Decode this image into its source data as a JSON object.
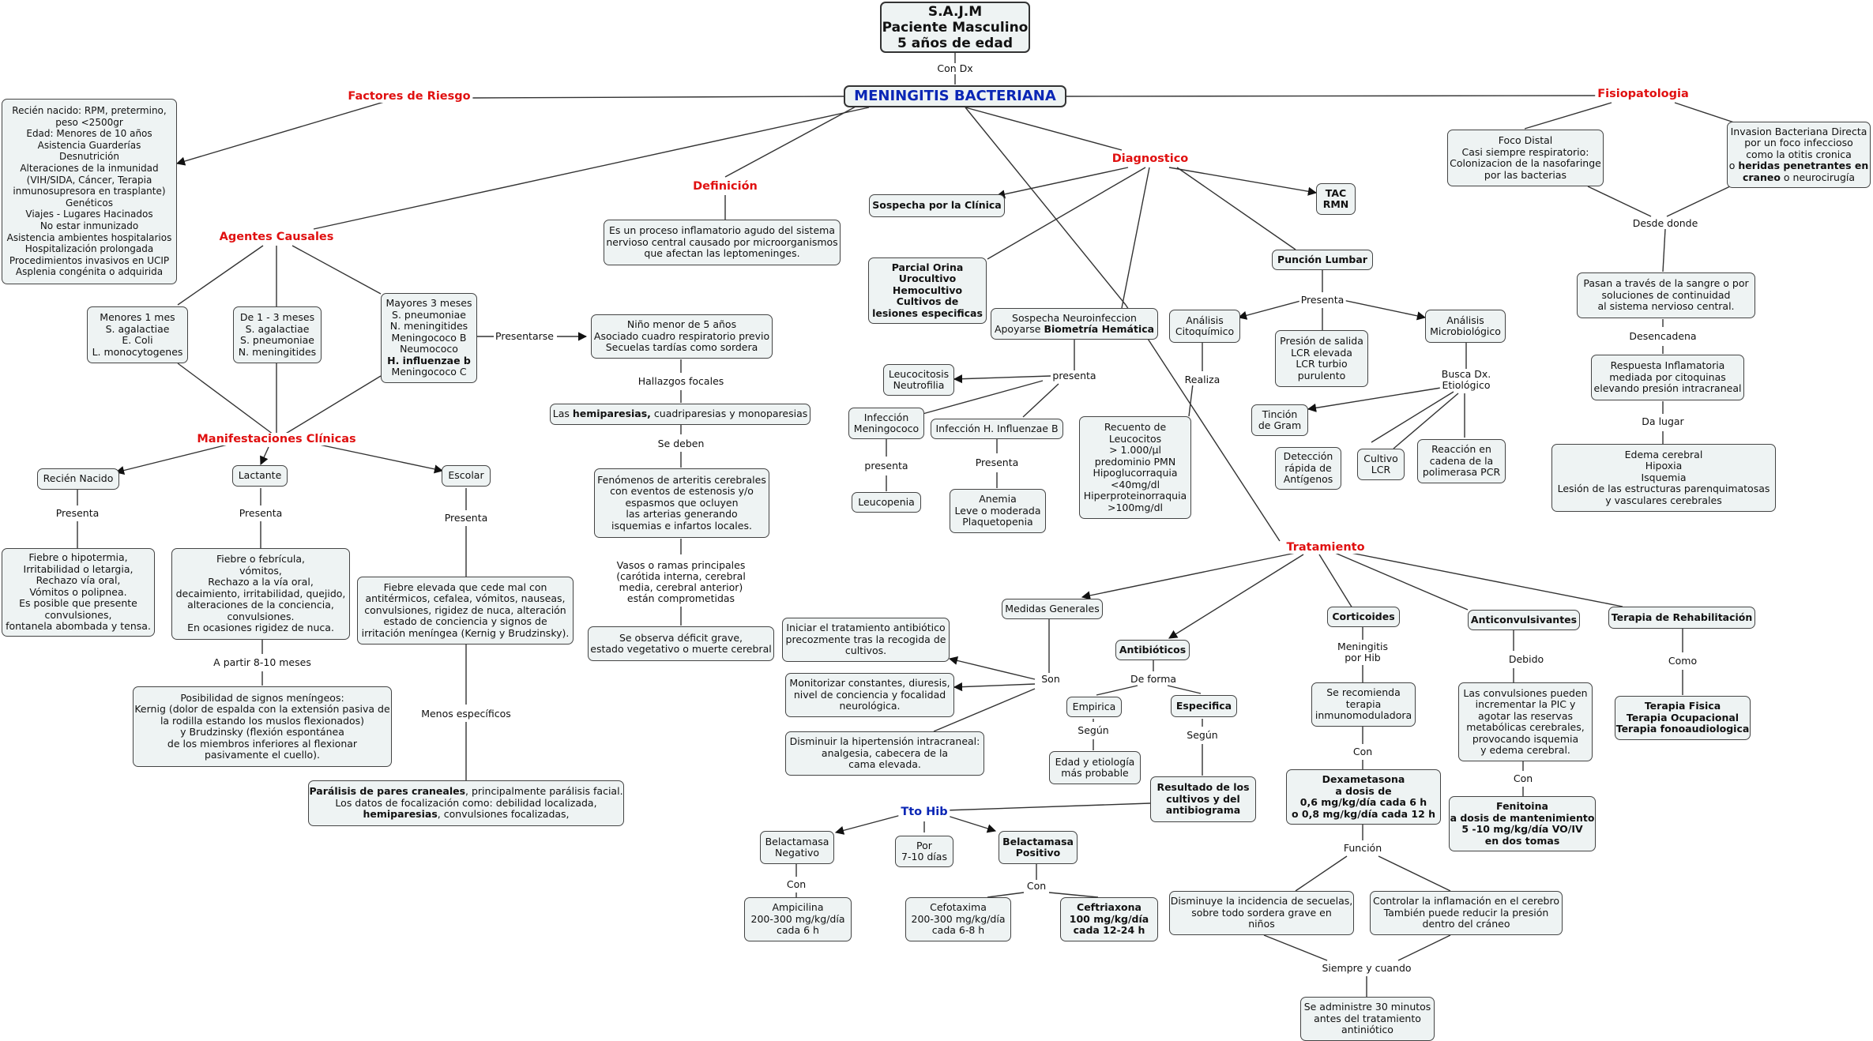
{
  "colors": {
    "heading_red": "#e01010",
    "heading_blue": "#0a26b5",
    "node_fill": "#eef3f3",
    "line": "#333333"
  },
  "nodes": {
    "sajm": [
      "S.A.J.M",
      "Paciente Masculino",
      "5 años de edad"
    ],
    "meningitis": [
      "MENINGITIS BACTERIANA"
    ],
    "factores_box": [
      "Recién nacido: RPM, pretermino,",
      "peso <2500gr",
      "Edad: Menores de 10 años",
      "Asistencia Guarderías",
      "Desnutrición",
      "Alteraciones de la inmunidad",
      "(VIH/SIDA, Cáncer, Terapia",
      "inmunosupresora en trasplante)",
      "Genéticos",
      "Viajes - Lugares Hacinados",
      "No estar inmunizado",
      "Asistencia ambientes hospitalarios",
      "Hospitalización prolongada",
      "Procedimientos invasivos en UCIP",
      "Asplenia congénita o adquirida"
    ],
    "definicion_box": [
      "Es un proceso inflamatorio agudo del sistema",
      "nervioso central causado por microorganismos",
      "que afectan las leptomeninges."
    ],
    "menores1": [
      "Menores 1 mes",
      "S. agalactiae",
      "E. Coli",
      "L. monocytogenes"
    ],
    "de1a3": [
      "De 1 - 3 meses",
      "S. agalactiae",
      "S. pneumoniae",
      "N. meningitides"
    ],
    "mayores3": [
      "Mayores 3 meses",
      "S. pneumoniae",
      "N. meningitides",
      "Meningococo B",
      "Neumococo",
      "H. influenzae b",
      "Meningococo C"
    ],
    "nino5": [
      "Niño menor de 5 años",
      "Asociado cuadro respiratorio previo",
      "Secuelas tardías como sordera"
    ],
    "hemiparesias": [
      "Las hemiparesias, cuadriparesias y monoparesias"
    ],
    "fenomenos": [
      "Fenómenos de arteritis cerebrales",
      "con eventos de estenosis y/o",
      "espasmos que ocluyen",
      "las arterias generando",
      "isquemias e infartos locales."
    ],
    "deficit": [
      "Se observa déficit grave,",
      "estado vegetativo o muerte cerebral"
    ],
    "recien": [
      "Recién Nacido"
    ],
    "lactante": [
      "Lactante"
    ],
    "escolar": [
      "Escolar"
    ],
    "fiebre_rn": [
      "Fiebre o hipotermia,",
      "Irritabilidad o letargia,",
      "Rechazo vía oral,",
      "Vómitos o polipnea.",
      "Es posible que presente",
      "convulsiones,",
      "fontanela abombada y tensa."
    ],
    "fiebre_lact": [
      "Fiebre o febrícula,",
      "vómitos,",
      "Rechazo a la vía oral,",
      "decaimiento, irritabilidad, quejido,",
      "alteraciones de la conciencia,",
      "convulsiones.",
      "En ocasiones rigidez de nuca."
    ],
    "fiebre_esc": [
      "Fiebre elevada que cede mal con",
      "antitérmicos, cefalea, vómitos, nauseas,",
      "convulsiones, rigidez de nuca, alteración",
      "estado de conciencia y signos de",
      "irritación meníngea (Kernig y Brudzinsky)."
    ],
    "signos_men": [
      "Posibilidad de signos meníngeos:",
      "Kernig (dolor de espalda con la extensión pasiva de",
      "la rodilla estando los muslos flexionados)",
      "y Brudzinsky (flexión espontánea",
      "de los miembros inferiores al flexionar",
      "pasivamente el cuello)."
    ],
    "paralisis": [
      "Parálisis de pares craneales, principalmente parálisis facial.",
      "Los datos de focalización como: debilidad localizada,",
      "hemiparesias, convulsiones focalizadas,"
    ],
    "sospecha_clin": [
      "Sospecha por la Clínica"
    ],
    "tac": [
      "TAC",
      "RMN"
    ],
    "parcial": [
      "Parcial Orina",
      "Urocultivo",
      "Hemocultivo",
      "Cultivos de",
      "lesiones especificas"
    ],
    "sospecha_neuro": [
      "Sospecha Neuroinfeccion",
      "Apoyarse Biometría Hemática"
    ],
    "puncion": [
      "Punción Lumbar"
    ],
    "analisis_cito": [
      "Análisis",
      "Citoquímico"
    ],
    "presion": [
      "Presión de salida",
      "LCR elevada",
      "LCR turbio",
      "purulento"
    ],
    "analisis_micro": [
      "Análisis",
      "Microbiológico"
    ],
    "leucocitosis": [
      "Leucocitosis",
      "Neutrofilia"
    ],
    "inf_mening": [
      "Infección",
      "Meningococo"
    ],
    "inf_hib": [
      "Infección H. Influenzae B"
    ],
    "leucopenia": [
      "Leucopenia"
    ],
    "anemia": [
      "Anemia",
      "Leve o moderada",
      "Plaquetopenia"
    ],
    "recuento": [
      "Recuento de",
      "Leucocitos",
      "> 1.000/µl",
      "predominio PMN",
      "Hipoglucorraquia",
      "<40mg/dl",
      "Hiperproteinorraquia",
      ">100mg/dl"
    ],
    "tincion": [
      "Tinción",
      "de Gram"
    ],
    "deteccion": [
      "Detección",
      "rápida de",
      "Antígenos"
    ],
    "cultivo": [
      "Cultivo",
      "LCR"
    ],
    "reaccion": [
      "Reacción en",
      "cadena de la",
      "polimerasa PCR"
    ],
    "foco": [
      "Foco Distal",
      "Casi siempre respiratorio:",
      "Colonizacion de la nasofaringe",
      "por las bacterias"
    ],
    "invasion": [
      "Invasion Bacteriana Directa",
      "por un foco infeccioso",
      "como la otitis cronica",
      "o heridas penetrantes en",
      "craneo o neurocirugía"
    ],
    "pasan": [
      "Pasan a través de la sangre o por",
      "soluciones de continuidad",
      "al sistema nervioso central."
    ],
    "respuesta": [
      "Respuesta Inflamatoria",
      "mediada por citoquinas",
      "elevando presión intracraneal"
    ],
    "edema": [
      "Edema cerebral",
      "Hipoxia",
      "Isquemia",
      "Lesión de las estructuras parenquimatosas",
      "y vasculares cerebrales"
    ],
    "medidas": [
      "Medidas Generales"
    ],
    "iniciar": [
      "Iniciar el tratamiento antibiótico",
      "precozmente tras la recogida de",
      "cultivos."
    ],
    "monitorizar": [
      "Monitorizar constantes, diuresis,",
      "nivel de conciencia y focalidad",
      "neurológica."
    ],
    "disminuir_hip": [
      "Disminuir la hipertensión intracraneal:",
      "analgesia, cabecera de la",
      "cama elevada."
    ],
    "antibioticos": [
      "Antibióticos"
    ],
    "empirica": [
      "Empirica"
    ],
    "especifica": [
      "Especifica"
    ],
    "edad_etio": [
      "Edad y etiología",
      "más probable"
    ],
    "resultado": [
      "Resultado de los",
      "cultivos y del",
      "antibiograma"
    ],
    "corticoides": [
      "Corticoides"
    ],
    "se_recomienda": [
      "Se recomienda",
      "terapia",
      "inmunomoduladora"
    ],
    "dexametasona": [
      "Dexametasona",
      "a dosis de",
      "0,6 mg/kg/día cada 6 h",
      "o 0,8 mg/kg/día cada 12 h"
    ],
    "anticonv": [
      "Anticonvulsivantes"
    ],
    "convulsiones": [
      "Las convulsiones pueden",
      "incrementar la PIC y",
      "agotar las reservas",
      "metabólicas cerebrales,",
      "provocando isquemia",
      "y edema cerebral."
    ],
    "fenitoina": [
      "Fenitoina",
      "a dosis de mantenimiento",
      "5 -10 mg/kg/día VO/IV",
      "en dos tomas"
    ],
    "terapia_rehab": [
      "Terapia de Rehabilitación"
    ],
    "terapia_fisica": [
      "Terapia Fisica",
      "Terapia Ocupacional",
      "Terapia fonoaudiologica"
    ],
    "belact_neg": [
      "Belactamasa",
      "Negativo"
    ],
    "por7": [
      "Por",
      "7-10 días"
    ],
    "belact_pos": [
      "Belactamasa",
      "Positivo"
    ],
    "ampicilina": [
      "Ampicilina",
      "200-300 mg/kg/día",
      "cada 6 h"
    ],
    "cefotaxima": [
      "Cefotaxima",
      "200-300 mg/kg/día",
      "cada 6-8 h"
    ],
    "ceftriaxona": [
      "Ceftriaxona",
      "100 mg/kg/día",
      "cada 12-24 h"
    ],
    "disminuye_sec": [
      "Disminuye la incidencia de secuelas,",
      "sobre todo sordera grave en",
      "niños"
    ],
    "controlar": [
      "Controlar la inflamación en el cerebro",
      "También puede reducir la presión",
      "dentro del cráneo"
    ],
    "administre": [
      "Se administre 30 minutos",
      "antes del tratamiento",
      "antiniótico"
    ]
  },
  "headings": {
    "factores": "Factores de Riesgo",
    "fisiopatologia": "Fisiopatologia",
    "definicion": "Definición",
    "diagnostico": "Diagnostico",
    "agentes": "Agentes Causales",
    "manifestaciones": "Manifestaciones Clínicas",
    "tratamiento": "Tratamiento",
    "tto_hib": "Tto Hib"
  },
  "labels": {
    "con_dx": "Con Dx",
    "presentarse": "Presentarse",
    "hallazgos": "Hallazgos focales",
    "se_deben": "Se deben",
    "vasos": [
      "Vasos o ramas principales",
      "(carótida interna, cerebral",
      "media, cerebral anterior)",
      "están comprometidas"
    ],
    "presenta_rn": "Presenta",
    "presenta_lact": "Presenta",
    "presenta_esc": "Presenta",
    "a_partir": "A partir 8-10 meses",
    "menos_esp": "Menos específicos",
    "presenta_neuro": "presenta",
    "presenta_mening": "presenta",
    "presenta_hib": "Presenta",
    "realiza": "Realiza",
    "presenta_pl": "Presenta",
    "busca": [
      "Busca Dx.",
      "Etiológico"
    ],
    "desde_donde": "Desde donde",
    "desencadena": "Desencadena",
    "da_lugar": "Da lugar",
    "son": "Son",
    "de_forma": "De forma",
    "segun_emp": "Según",
    "segun_esp": "Según",
    "meningitis_hib": [
      "Meningitis",
      "por Hib"
    ],
    "con_cort": "Con",
    "debido": "Debido",
    "con_fen": "Con",
    "como": "Como",
    "funcion": "Función",
    "siempre": "Siempre y cuando",
    "con_neg": "Con",
    "con_pos": "Con"
  }
}
